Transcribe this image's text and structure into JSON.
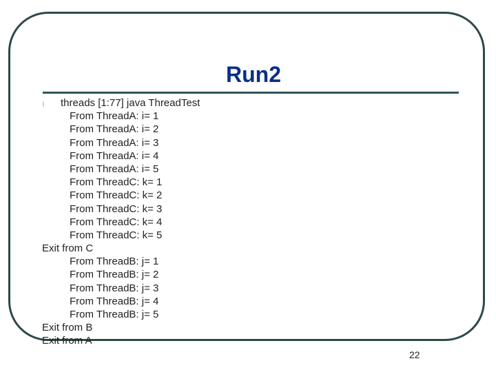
{
  "slide": {
    "title": "Run2",
    "bullet_glyph": "l",
    "lines": [
      "threads [1:77] java ThreadTest",
      "From ThreadA: i= 1",
      "From ThreadA: i= 2",
      "From ThreadA: i= 3",
      "From ThreadA: i= 4",
      "From ThreadA: i= 5",
      "From ThreadC: k= 1",
      "From ThreadC: k= 2",
      "From ThreadC: k= 3",
      "From ThreadC: k= 4",
      "From ThreadC: k= 5",
      "Exit from C",
      "From ThreadB: j= 1",
      "From ThreadB: j= 2",
      "From ThreadB: j= 3",
      "From ThreadB: j= 4",
      "From ThreadB: j= 5",
      "Exit from B",
      "Exit from A"
    ],
    "page_number": "22"
  },
  "colors": {
    "title": "#0b2f88",
    "frame": "#2e4848",
    "rule": "#2e5555",
    "bullet": "#99b31c",
    "text": "#222222"
  }
}
